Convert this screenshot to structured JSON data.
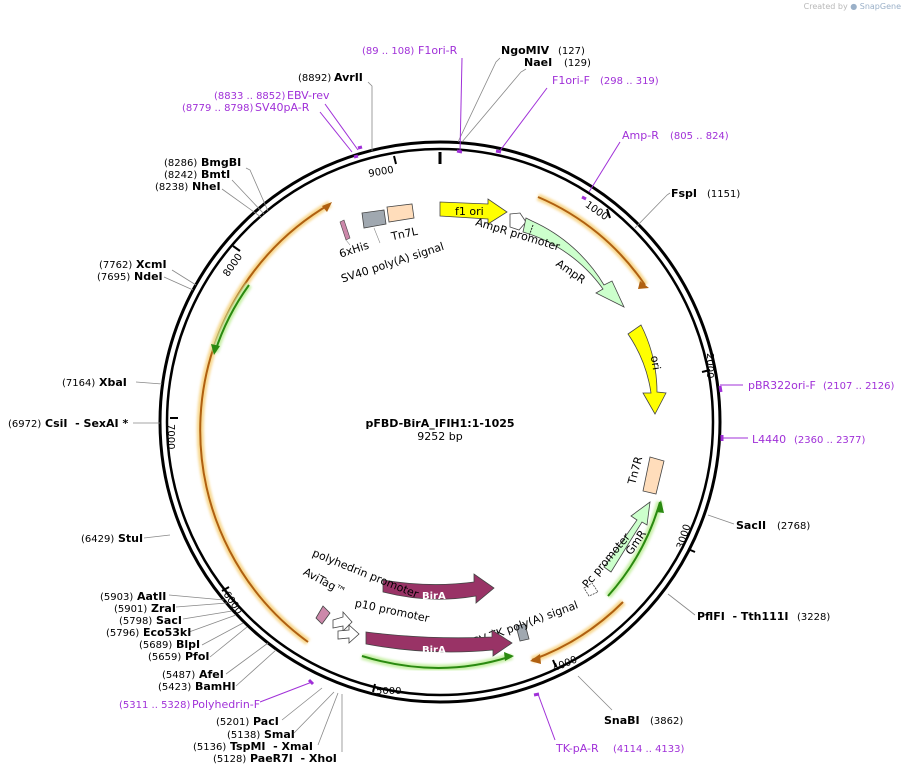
{
  "watermark": {
    "prefix": "Created by",
    "brand": "SnapGene"
  },
  "plasmid": {
    "name": "pFBD-BirA_IFIH1:1-1025",
    "length_label": "9252 bp"
  },
  "ruler_ticks": [
    "1000",
    "2000",
    "3000",
    "4000",
    "5000",
    "6000",
    "7000",
    "8000",
    "9000"
  ],
  "restriction_sites": [
    {
      "name": "NgoMIV",
      "pos": "(127)"
    },
    {
      "name": "NaeI",
      "pos": "(129)"
    },
    {
      "name": "FspI",
      "pos": "(1151)"
    },
    {
      "name": "SacII",
      "pos": "(2768)"
    },
    {
      "name": "PflFI  - Tth111I",
      "pos": "(3228)"
    },
    {
      "name": "SnaBI",
      "pos": "(3862)"
    },
    {
      "name": "AvrII",
      "pos": "(8892)"
    },
    {
      "name": "BmgBI",
      "pos": "(8286)"
    },
    {
      "name": "BmtI",
      "pos": "(8242)"
    },
    {
      "name": "NheI",
      "pos": "(8238)"
    },
    {
      "name": "XcmI",
      "pos": "(7762)"
    },
    {
      "name": "NdeI",
      "pos": "(7695)"
    },
    {
      "name": "XbaI",
      "pos": "(7164)"
    },
    {
      "name": "CsiI  - SexAI *",
      "pos": "(6972)"
    },
    {
      "name": "StuI",
      "pos": "(6429)"
    },
    {
      "name": "AatII",
      "pos": "(5903)"
    },
    {
      "name": "ZraI",
      "pos": "(5901)"
    },
    {
      "name": "SacI",
      "pos": "(5798)"
    },
    {
      "name": "Eco53kI",
      "pos": "(5796)"
    },
    {
      "name": "BlpI",
      "pos": "(5689)"
    },
    {
      "name": "PfoI",
      "pos": "(5659)"
    },
    {
      "name": "AfeI",
      "pos": "(5487)"
    },
    {
      "name": "BamHI",
      "pos": "(5423)"
    },
    {
      "name": "PacI",
      "pos": "(5201)"
    },
    {
      "name": "SmaI",
      "pos": "(5138)"
    },
    {
      "name": "TspMI  - XmaI",
      "pos": "(5136)"
    },
    {
      "name": "PaeR7I  - XhoI",
      "pos": "(5128)"
    }
  ],
  "primers": [
    {
      "name": "F1ori-R",
      "pos": "(89 .. 108)"
    },
    {
      "name": "F1ori-F",
      "pos": "(298 .. 319)"
    },
    {
      "name": "Amp-R",
      "pos": "(805 .. 824)"
    },
    {
      "name": "pBR322ori-F",
      "pos": "(2107 .. 2126)"
    },
    {
      "name": "L4440",
      "pos": "(2360 .. 2377)"
    },
    {
      "name": "TK-pA-R",
      "pos": "(4114 .. 4133)"
    },
    {
      "name": "EBV-rev",
      "pos": "(8833 .. 8852)"
    },
    {
      "name": "SV40pA-R",
      "pos": "(8779 .. 8798)"
    },
    {
      "name": "Polyhedrin-F",
      "pos": "(5311 .. 5328)"
    }
  ],
  "features": {
    "f1_ori": "f1 ori",
    "ampr_promoter": "AmpR promoter",
    "ampr": "AmpR",
    "ori": "ori",
    "tn7r": "Tn7R",
    "gmr": "GmR",
    "pc_promoter": "Pc promoter",
    "hsv_tk": "HSV TK poly(A) signal",
    "bira_top": "BirA",
    "bira_bottom": "BirA",
    "polyhedrin_promoter": "polyhedrin promoter",
    "avitag": "AviTag™",
    "p10_promoter": "p10 promoter",
    "sixhis": "6xHis",
    "sv40": "SV40 poly(A) signal",
    "tn7l": "Tn7L"
  },
  "colors": {
    "backbone": "#000000",
    "orf_arc": "#b06010",
    "orf_glow": "#f8d890",
    "gene_arc": "#2a8a10",
    "gene_glow": "#c8f0a8",
    "f1_ori": "#ffff00",
    "ampr": "#ccffcc",
    "bira": "#993366",
    "tn7": "#ffddbb",
    "sv40": "#a0a8b0",
    "primer": "#a030d8"
  }
}
